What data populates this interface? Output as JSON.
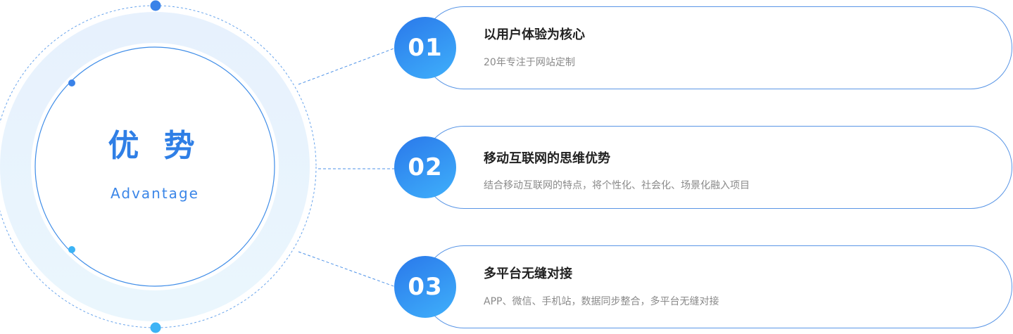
{
  "hero": {
    "title": "优 势",
    "subtitle": "Advantage"
  },
  "items": [
    {
      "number": "01",
      "title": "以用户体验为核心",
      "description": "20年专注于网站定制"
    },
    {
      "number": "02",
      "title": "移动互联网的思维优势",
      "description": "结合移动互联网的特点，将个性化、社会化、场景化融入项目"
    },
    {
      "number": "03",
      "title": "多平台无缝对接",
      "description": "APP、微信、手机站，数据同步整合，多平台无缝对接"
    }
  ],
  "colors": {
    "accent_blue": "#2f7fe6",
    "gradient_start": "#2a78ea",
    "gradient_end": "#3fb0fb",
    "card_border": "#5a96e6",
    "ring_fill": "#eaf4fd"
  }
}
